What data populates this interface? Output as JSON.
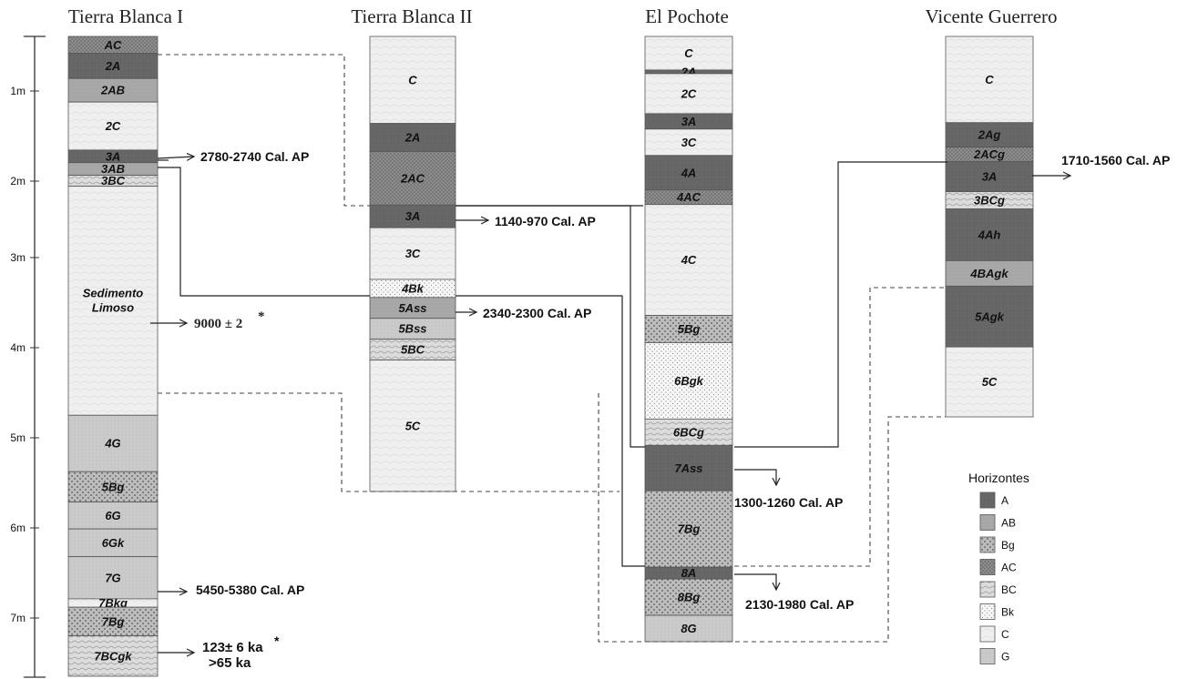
{
  "legend": {
    "title": "Horizontes",
    "items": [
      {
        "key": "A",
        "label": "A"
      },
      {
        "key": "AB",
        "label": "AB"
      },
      {
        "key": "Bg",
        "label": "Bg"
      },
      {
        "key": "AC",
        "label": "AC"
      },
      {
        "key": "BC",
        "label": "BC"
      },
      {
        "key": "Bk",
        "label": "Bk"
      },
      {
        "key": "C",
        "label": "C"
      },
      {
        "key": "G",
        "label": "G"
      }
    ]
  },
  "scale_labels": [
    "1m",
    "2m",
    "3m",
    "4m",
    "5m",
    "6m",
    "7m"
  ],
  "profiles": [
    {
      "title": "Tierra Blanca I",
      "horizons": [
        {
          "label": "AC",
          "type": "AC",
          "top": 0.0,
          "bottom": 0.2
        },
        {
          "label": "2A",
          "type": "A",
          "top": 0.2,
          "bottom": 0.5
        },
        {
          "label": "2AB",
          "type": "AB",
          "top": 0.5,
          "bottom": 0.78
        },
        {
          "label": "2C",
          "type": "C",
          "top": 0.78,
          "bottom": 1.35
        },
        {
          "label": "3A",
          "type": "A",
          "top": 1.35,
          "bottom": 1.5
        },
        {
          "label": "3AB",
          "type": "AB",
          "top": 1.5,
          "bottom": 1.65
        },
        {
          "label": "3BC",
          "type": "BC",
          "top": 1.65,
          "bottom": 1.78
        },
        {
          "label": "Sedimento\nLimoso",
          "type": "C",
          "top": 1.78,
          "bottom": 4.5
        },
        {
          "label": "4G",
          "type": "G",
          "top": 4.5,
          "bottom": 5.17
        },
        {
          "label": "5Bg",
          "type": "Bg",
          "top": 5.17,
          "bottom": 5.53
        },
        {
          "label": "6G",
          "type": "G",
          "top": 5.53,
          "bottom": 5.85
        },
        {
          "label": "6Gk",
          "type": "G",
          "top": 5.85,
          "bottom": 6.18
        },
        {
          "label": "7G",
          "type": "G",
          "top": 6.18,
          "bottom": 6.68
        },
        {
          "label": "7Bkg",
          "type": "C",
          "top": 6.68,
          "bottom": 6.78
        },
        {
          "label": "7Bg",
          "type": "Bg",
          "top": 6.78,
          "bottom": 7.12
        },
        {
          "label": "7BCgk",
          "type": "BC",
          "top": 7.12,
          "bottom": 7.6
        }
      ]
    },
    {
      "title": "Tierra Blanca II",
      "horizons": [
        {
          "label": "C",
          "type": "C",
          "top": 0.0,
          "bottom": 0.96
        },
        {
          "label": "2A",
          "type": "A",
          "top": 0.96,
          "bottom": 1.27
        },
        {
          "label": "2AC",
          "type": "AC",
          "top": 1.27,
          "bottom": 1.86
        },
        {
          "label": "3A",
          "type": "A",
          "top": 1.86,
          "bottom": 2.11
        },
        {
          "label": "3C",
          "type": "C",
          "top": 2.11,
          "bottom": 2.68
        },
        {
          "label": "4Bk",
          "type": "Bk",
          "top": 2.68,
          "bottom": 2.88
        },
        {
          "label": "5Ass",
          "type": "AB",
          "top": 2.88,
          "bottom": 3.11
        },
        {
          "label": "5Bss",
          "type": "G",
          "top": 3.11,
          "bottom": 3.34
        },
        {
          "label": "5BC",
          "type": "BC",
          "top": 3.34,
          "bottom": 3.57
        },
        {
          "label": "5C",
          "type": "C",
          "top": 3.57,
          "bottom": 5.02
        }
      ]
    },
    {
      "title": "El Pochote",
      "horizons": [
        {
          "label": "C",
          "type": "C",
          "top": 0.0,
          "bottom": 0.37
        },
        {
          "label": "2A",
          "type": "A",
          "top": 0.37,
          "bottom": 0.41
        },
        {
          "label": "2C",
          "type": "C",
          "top": 0.41,
          "bottom": 0.85
        },
        {
          "label": "3A",
          "type": "A",
          "top": 0.85,
          "bottom": 1.02
        },
        {
          "label": "3C",
          "type": "C",
          "top": 1.02,
          "bottom": 1.31
        },
        {
          "label": "4A",
          "type": "A",
          "top": 1.31,
          "bottom": 1.69
        },
        {
          "label": "4AC",
          "type": "AC",
          "top": 1.69,
          "bottom": 1.85
        },
        {
          "label": "4C",
          "type": "C",
          "top": 1.85,
          "bottom": 3.07
        },
        {
          "label": "5Bg",
          "type": "Bg",
          "top": 3.07,
          "bottom": 3.37
        },
        {
          "label": "6Bgk",
          "type": "Bk",
          "top": 3.37,
          "bottom": 4.21
        },
        {
          "label": "6BCg",
          "type": "BC",
          "top": 4.21,
          "bottom": 4.5
        },
        {
          "label": "7Ass",
          "type": "A",
          "top": 4.5,
          "bottom": 5.0
        },
        {
          "label": "7Bg",
          "type": "Bg",
          "top": 5.0,
          "bottom": 5.84
        },
        {
          "label": "8A",
          "type": "A",
          "top": 5.84,
          "bottom": 5.97
        },
        {
          "label": "8Bg",
          "type": "Bg",
          "top": 5.97,
          "bottom": 6.37
        },
        {
          "label": "8G",
          "type": "G",
          "top": 6.37,
          "bottom": 6.66
        }
      ]
    },
    {
      "title": "Vicente Guerrero",
      "horizons": [
        {
          "label": "C",
          "type": "C",
          "top": 0.0,
          "bottom": 0.95
        },
        {
          "label": "2Ag",
          "type": "A",
          "top": 0.95,
          "bottom": 1.22
        },
        {
          "label": "2ACg",
          "type": "AC",
          "top": 1.22,
          "bottom": 1.38
        },
        {
          "label": "3A",
          "type": "A",
          "top": 1.38,
          "bottom": 1.71
        },
        {
          "label": "3BCg",
          "type": "BC",
          "top": 1.71,
          "bottom": 1.9
        },
        {
          "label": "4Ah",
          "type": "A",
          "top": 1.9,
          "bottom": 2.47
        },
        {
          "label": "4BAgk",
          "type": "AB",
          "top": 2.47,
          "bottom": 2.75
        },
        {
          "label": "5Agk",
          "type": "A",
          "top": 2.75,
          "bottom": 3.42
        },
        {
          "label": "5C",
          "type": "C",
          "top": 3.42,
          "bottom": 4.19
        }
      ]
    }
  ],
  "dates": [
    {
      "text": "2780-2740 Cal. AP",
      "style": "sans"
    },
    {
      "text": "9000 ± 2",
      "style": "serif",
      "mark": "*"
    },
    {
      "text": "5450-5380 Cal.  AP",
      "style": "sans"
    },
    {
      "text": "123± 6 ka",
      "style": "sans",
      "mark": "*"
    },
    {
      "text": ">65 ka",
      "style": "sans"
    },
    {
      "text": "1140-970 Cal. AP",
      "style": "sans"
    },
    {
      "text": "2340-2300 Cal. AP",
      "style": "sans"
    },
    {
      "text": "1300-1260 Cal. AP",
      "style": "sans"
    },
    {
      "text": "2130-1980 Cal. AP",
      "style": "sans"
    },
    {
      "text": "1710-1560 Cal. AP",
      "style": "sans"
    }
  ]
}
